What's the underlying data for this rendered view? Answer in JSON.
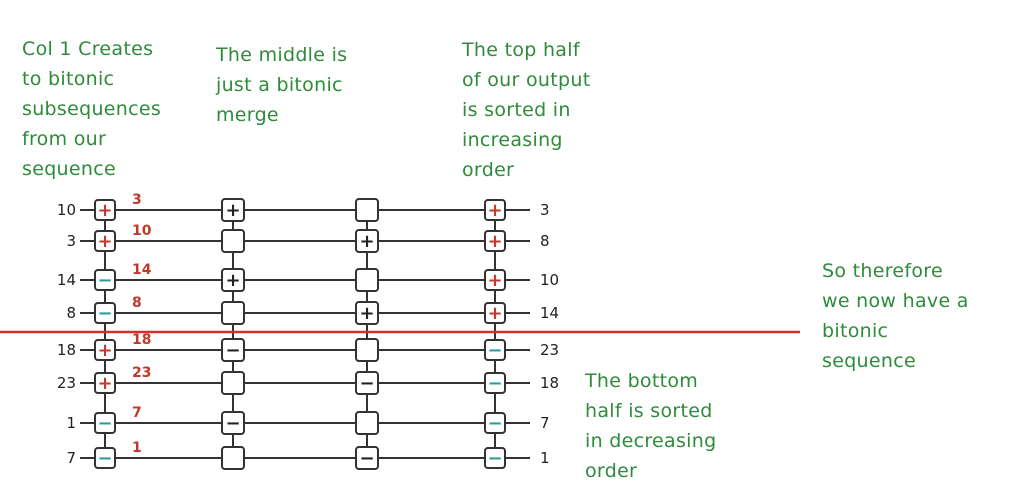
{
  "notes": {
    "col1": "Col 1 Creates\nto bitonic\nsubsequences\nfrom our\nsequence",
    "middle": "The middle is\njust a bitonic\nmerge",
    "top_half": "The top half\nof our output\nis sorted in\nincreasing\norder",
    "therefore": "So therefore\nwe now have a\nbitonic\nsequence",
    "bottom_half": "The bottom\nhalf is sorted\nin decreasing\norder"
  },
  "inputs": [
    "10",
    "3",
    "14",
    "8",
    "18",
    "23",
    "1",
    "7"
  ],
  "col1_outputs": [
    "3",
    "10",
    "14",
    "8",
    "18",
    "23",
    "7",
    "1"
  ],
  "outputs": [
    "3",
    "8",
    "10",
    "14",
    "23",
    "18",
    "7",
    "1"
  ],
  "columns": [
    {
      "signs": [
        "+",
        "+",
        "-",
        "-",
        "+",
        "+",
        "-",
        "-"
      ],
      "colors": [
        "#c0392b",
        "#c0392b",
        "#2a9d9d",
        "#2a9d9d",
        "#c0392b",
        "#c0392b",
        "#2a9d9d",
        "#2a9d9d"
      ]
    },
    {
      "signs": [
        "+",
        "",
        "+",
        "",
        "-",
        "",
        "-",
        ""
      ],
      "colors": [
        "#222",
        "#222",
        "#222",
        "#222",
        "#222",
        "#222",
        "#222",
        "#222"
      ]
    },
    {
      "signs": [
        "",
        "+",
        "",
        "+",
        "",
        "-",
        "",
        "-"
      ],
      "colors": [
        "#222",
        "#222",
        "#222",
        "#222",
        "#222",
        "#222",
        "#222",
        "#222"
      ]
    },
    {
      "signs": [
        "+",
        "+",
        "+",
        "+",
        "-",
        "-",
        "-",
        "-"
      ],
      "colors": [
        "#c0392b",
        "#c0392b",
        "#c0392b",
        "#c0392b",
        "#2a9d9d",
        "#2a9d9d",
        "#2a9d9d",
        "#2a9d9d"
      ]
    }
  ],
  "colors": {
    "note_green": "#2e8b3a",
    "divider_red": "#d32f2f",
    "wire": "#333333"
  }
}
